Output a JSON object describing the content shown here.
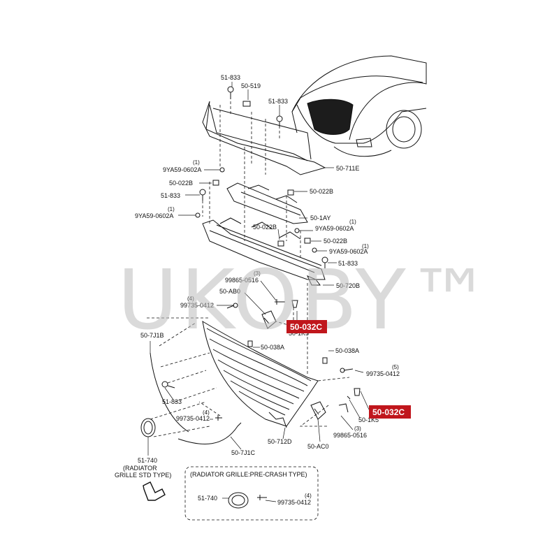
{
  "watermark": "UKOBY™",
  "callouts": [
    {
      "id": "c1",
      "text": "51-833",
      "qty": ""
    },
    {
      "id": "c2",
      "text": "50-519",
      "qty": ""
    },
    {
      "id": "c3",
      "text": "51-833",
      "qty": ""
    },
    {
      "id": "c4",
      "text": "50-711E",
      "qty": ""
    },
    {
      "id": "c5",
      "text": "9YA59-0602A",
      "qty": "(1)"
    },
    {
      "id": "c6",
      "text": "50-022B",
      "qty": ""
    },
    {
      "id": "c7",
      "text": "51-833",
      "qty": ""
    },
    {
      "id": "c8",
      "text": "9YA59-0602A",
      "qty": "(1)"
    },
    {
      "id": "c9",
      "text": "50-022B",
      "qty": ""
    },
    {
      "id": "c10",
      "text": "50-1AY",
      "qty": ""
    },
    {
      "id": "c11",
      "text": "50-022B",
      "qty": ""
    },
    {
      "id": "c12",
      "text": "9YA59-0602A",
      "qty": "(1)"
    },
    {
      "id": "c13",
      "text": "50-022B",
      "qty": ""
    },
    {
      "id": "c14",
      "text": "9YA59-0602A",
      "qty": "(1)"
    },
    {
      "id": "c15",
      "text": "51-833",
      "qty": ""
    },
    {
      "id": "c16",
      "text": "99865-0516",
      "qty": "(3)"
    },
    {
      "id": "c17",
      "text": "50-720B",
      "qty": ""
    },
    {
      "id": "c18",
      "text": "50-AB0",
      "qty": ""
    },
    {
      "id": "c19",
      "text": "99735-0412",
      "qty": "(4)"
    },
    {
      "id": "c20",
      "text": "50-1K5",
      "qty": ""
    },
    {
      "id": "c21",
      "text": "50-7J1B",
      "qty": ""
    },
    {
      "id": "c22",
      "text": "50-038A",
      "qty": ""
    },
    {
      "id": "c23",
      "text": "50-038A",
      "qty": ""
    },
    {
      "id": "c24",
      "text": "99735-0412",
      "qty": "(5)"
    },
    {
      "id": "c25",
      "text": "51-833",
      "qty": ""
    },
    {
      "id": "c26",
      "text": "99735-0412",
      "qty": "(4)"
    },
    {
      "id": "c27",
      "text": "50-1K5",
      "qty": ""
    },
    {
      "id": "c28",
      "text": "99865-0516",
      "qty": "(3)"
    },
    {
      "id": "c29",
      "text": "50-712D",
      "qty": ""
    },
    {
      "id": "c30",
      "text": "50-AC0",
      "qty": ""
    },
    {
      "id": "c31",
      "text": "50-7J1C",
      "qty": ""
    },
    {
      "id": "c32",
      "text": "51-740",
      "qty": ""
    },
    {
      "id": "c33",
      "text": "51-740",
      "qty": ""
    },
    {
      "id": "c34",
      "text": "99735-0412",
      "qty": "(4)"
    }
  ],
  "notes": {
    "std_type": [
      "(RADIATOR",
      "GRILLE STD TYPE)"
    ],
    "precrash_type": "(RADIATOR GRILLE:PRE-CRASH TYPE)"
  },
  "badges": [
    "50-032C",
    "50-032C"
  ],
  "colors": {
    "badge": "#c0161c",
    "watermark": "#bdbdbd",
    "line": "#111111"
  }
}
